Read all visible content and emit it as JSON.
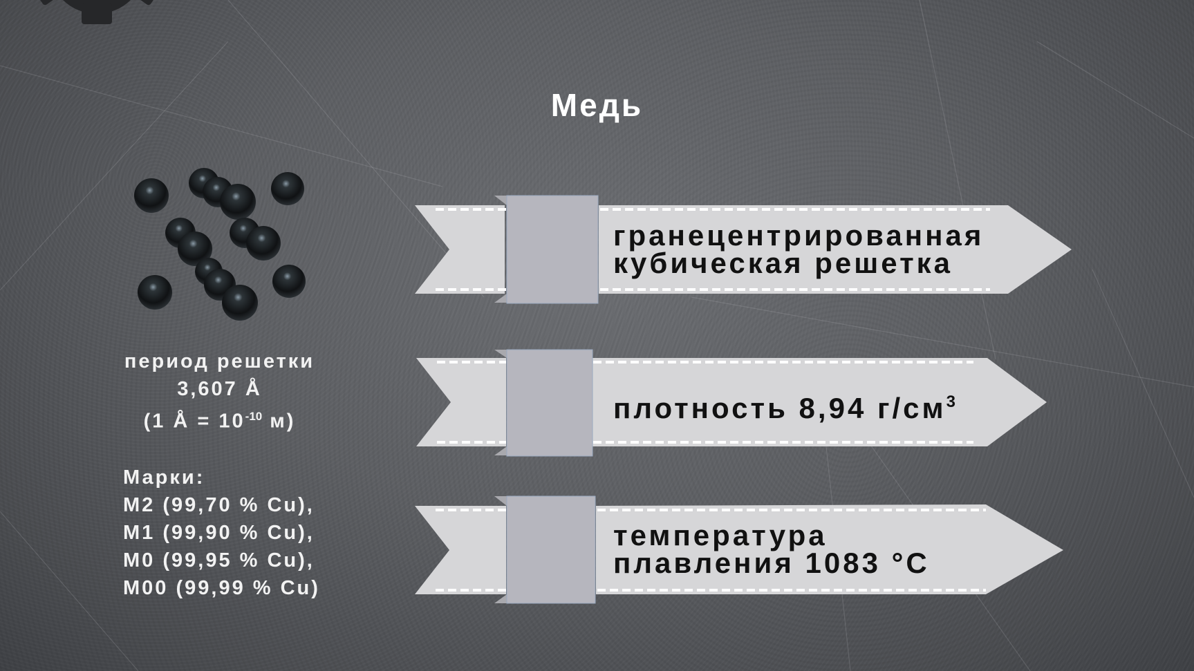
{
  "slide": {
    "title": "Медь",
    "colors": {
      "background": "#5d5f63",
      "ribbon": "#d6d6d8",
      "ribbon_tab": "#b6b6be",
      "text_light": "#ffffff",
      "text_dark": "#111111"
    }
  },
  "lattice_image": {
    "icon": "atom-lattice-icon",
    "atom_count": 14
  },
  "period": {
    "label": "период решетки",
    "value": "3,607 Å",
    "unit_note_prefix": "(1 Å = 10",
    "unit_note_exp": "-10",
    "unit_note_suffix": " м)"
  },
  "grades": {
    "label": "Марки:",
    "items": [
      "М2 (99,70 % Cu),",
      "М1 (99,90 % Cu),",
      "М0 (99,95 % Cu),",
      "М00 (99,99 % Cu)"
    ]
  },
  "ribbons": [
    {
      "line1": "гранецентрированная",
      "line2": "кубическая решетка"
    },
    {
      "text": "плотность 8,94 г/см",
      "sup": "3"
    },
    {
      "line1": "температура",
      "line2": "плавления 1083 °С"
    }
  ]
}
